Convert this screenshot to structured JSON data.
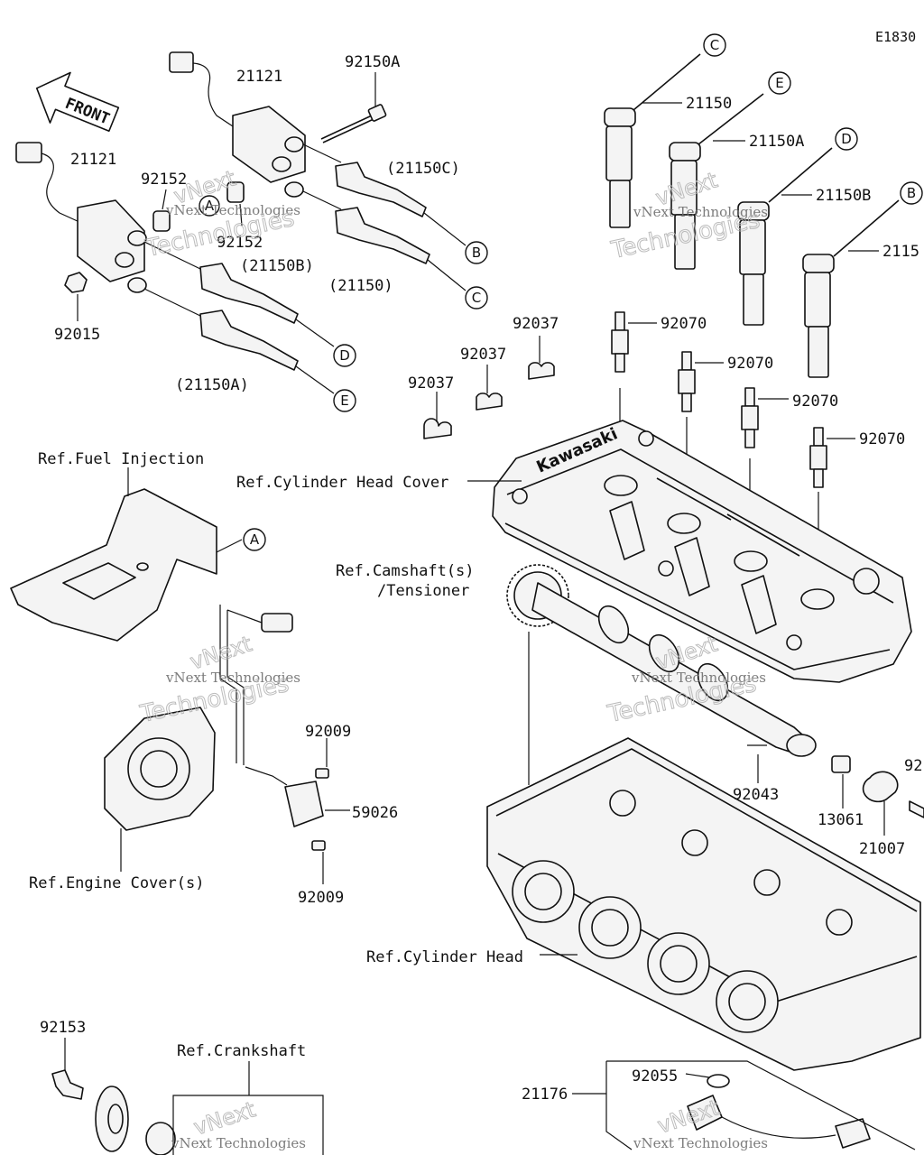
{
  "diagram": {
    "code": "E1830",
    "front_label": "FRONT",
    "brand_text": "Kawasaki",
    "watermark_line1": "vNext Technologies",
    "watermark_line2": "vNext",
    "watermark_line3": "Technologies"
  },
  "callouts": {
    "A": "A",
    "B": "B",
    "C": "C",
    "D": "D",
    "E": "E"
  },
  "parts": {
    "p21121_top": "21121",
    "p21121_left": "21121",
    "p92150A": "92150A",
    "p21150C_paren": "(21150C)",
    "p21150_paren": "(21150)",
    "p21150B_paren": "(21150B)",
    "p21150A_paren": "(21150A)",
    "p92152_a": "92152",
    "p92152_b": "92152",
    "p92015": "92015",
    "p21150_r": "21150",
    "p21150A_r": "21150A",
    "p21150B_r": "21150B",
    "p2115_cut": "2115",
    "p92037_a": "92037",
    "p92037_b": "92037",
    "p92037_c": "92037",
    "p92070_a": "92070",
    "p92070_b": "92070",
    "p92070_c": "92070",
    "p92070_d": "92070",
    "p92009_a": "92009",
    "p92009_b": "92009",
    "p59026": "59026",
    "p92043": "92043",
    "p13061": "13061",
    "p21007": "21007",
    "p92_cut": "92",
    "p92153": "92153",
    "p92055": "92055",
    "p21176": "21176"
  },
  "references": {
    "fuel_injection": "Ref.Fuel Injection",
    "cylinder_head_cover": "Ref.Cylinder Head Cover",
    "camshaft_1": "Ref.Camshaft(s)",
    "camshaft_2": "/Tensioner",
    "engine_cover": "Ref.Engine Cover(s)",
    "cylinder_head": "Ref.Cylinder Head",
    "crankshaft": "Ref.Crankshaft"
  }
}
